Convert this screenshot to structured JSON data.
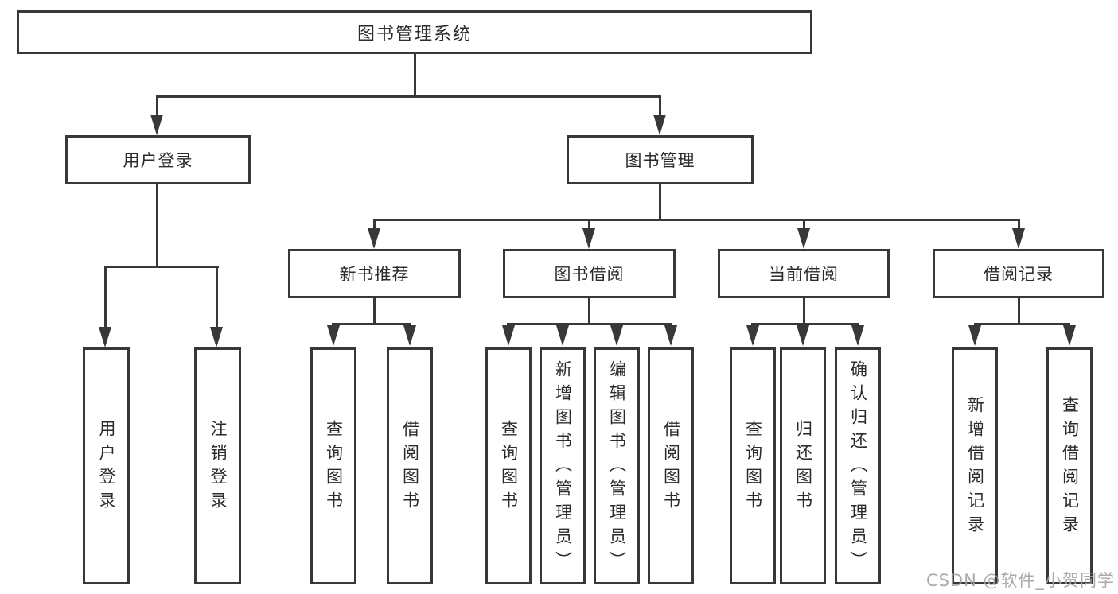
{
  "nodes": {
    "root": "图书管理系统",
    "level2": [
      "用户登录",
      "图书管理"
    ],
    "level3": [
      "新书推荐",
      "图书借阅",
      "当前借阅",
      "借阅记录"
    ],
    "leaves": [
      "用户登录",
      "注销登录",
      "查询图书",
      "借阅图书",
      "查询图书",
      "新增图书（管理员）",
      "编辑图书（管理员）",
      "借阅图书",
      "查询图书",
      "归还图书",
      "确认归还（管理员）",
      "新增借阅记录",
      "查询借阅记录"
    ]
  },
  "watermark": "CSDN @软件_小贺同学",
  "colors": {
    "line": "#383838",
    "text": "#2b2b2b",
    "watermark": "#a4a0a0",
    "background": "#ffffff"
  }
}
